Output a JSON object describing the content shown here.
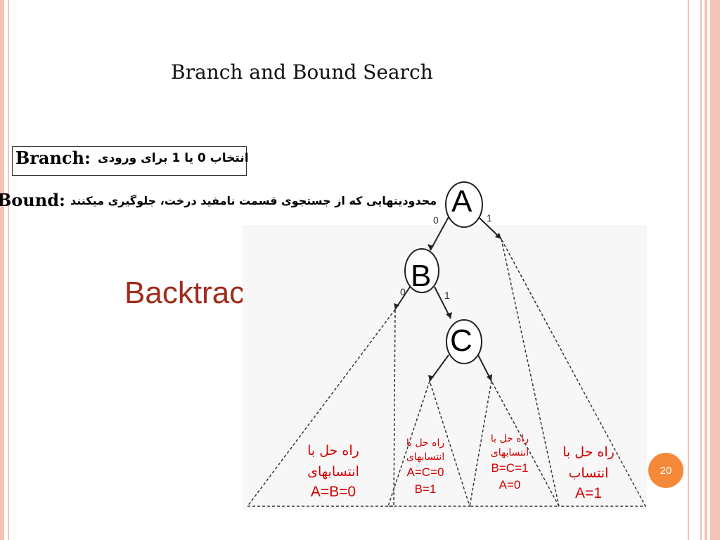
{
  "slide": {
    "title": "Branch and Bound Search",
    "page_number": "20"
  },
  "definitions": {
    "branch_label": "Branch:",
    "branch_text": "انتخاب 0 یا 1 برای ورودی",
    "bound_label": "Bound:",
    "bound_text": "محدودیتهایی که از جستجوی قسمت نامفید درخت، جلوگیری میکنند"
  },
  "backtrack_label": "Backtrack",
  "tree": {
    "nodes": [
      "A",
      "B",
      "C"
    ],
    "edge_labels": {
      "A_left": "0",
      "A_right": "1",
      "B_left": "0",
      "B_right": "1"
    }
  },
  "leaves": [
    {
      "line1": "راه حل با",
      "line2": "انتسابهای",
      "assign1": "A=B=0",
      "assign2": ""
    },
    {
      "line1": "راه حل با",
      "line2": "انتسابهای",
      "assign1": "A=C=0",
      "assign2": "B=1"
    },
    {
      "line1": "راه حل با",
      "line2": "انتسابهای",
      "assign1": "B=C=1",
      "assign2": "A=0"
    },
    {
      "line1": "راه حل با",
      "line2": "انتساب",
      "assign1": "A=1",
      "assign2": ""
    }
  ],
  "colors": {
    "accent_red": "#d10000",
    "backtrack": "#a02c1c",
    "badge": "#f5893a",
    "border": "#f3c3b3"
  }
}
